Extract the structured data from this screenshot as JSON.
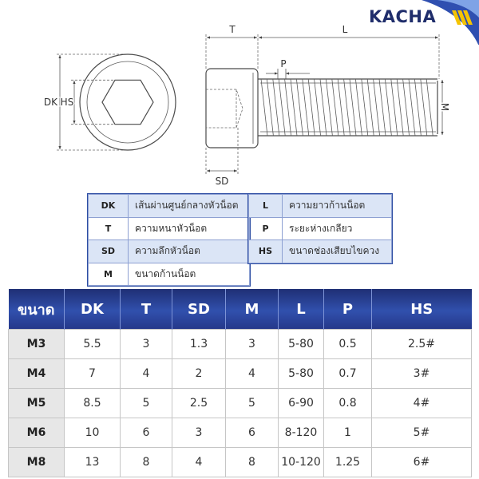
{
  "brand": {
    "name": "KACHA",
    "text_color": "#1f2d6b",
    "accent_color": "#f5c400",
    "banner_color": "#2f4fb0"
  },
  "drawing": {
    "labels": {
      "dk": "DK",
      "hs": "HS",
      "t": "T",
      "l": "L",
      "p": "P",
      "m": "M",
      "sd": "SD"
    }
  },
  "legend": {
    "highlight_color": "#dbe5f6",
    "left": [
      {
        "code": "DK",
        "desc": "เส้นผ่านศูนย์กลางหัวน็อต"
      },
      {
        "code": "T",
        "desc": "ความหนาหัวน็อต"
      },
      {
        "code": "SD",
        "desc": "ความลึกหัวน็อต"
      },
      {
        "code": "M",
        "desc": "ขนาดก้านน็อต"
      }
    ],
    "right": [
      {
        "code": "L",
        "desc": "ความยาวก้านน็อต"
      },
      {
        "code": "P",
        "desc": "ระยะห่างเกลียว"
      },
      {
        "code": "HS",
        "desc": "ขนาดช่องเสียบไขควง"
      }
    ]
  },
  "spec_table": {
    "header_color": "#2a42a0",
    "headers": [
      "ขนาด",
      "DK",
      "T",
      "SD",
      "M",
      "L",
      "P",
      "HS"
    ],
    "rows": [
      {
        "size": "M3",
        "values": [
          "5.5",
          "3",
          "1.3",
          "3",
          "5-80",
          "0.5",
          "2.5#"
        ]
      },
      {
        "size": "M4",
        "values": [
          "7",
          "4",
          "2",
          "4",
          "5-80",
          "0.7",
          "3#"
        ]
      },
      {
        "size": "M5",
        "values": [
          "8.5",
          "5",
          "2.5",
          "5",
          "6-90",
          "0.8",
          "4#"
        ]
      },
      {
        "size": "M6",
        "values": [
          "10",
          "6",
          "3",
          "6",
          "8-120",
          "1",
          "5#"
        ]
      },
      {
        "size": "M8",
        "values": [
          "13",
          "8",
          "4",
          "8",
          "10-120",
          "1.25",
          "6#"
        ]
      }
    ]
  }
}
